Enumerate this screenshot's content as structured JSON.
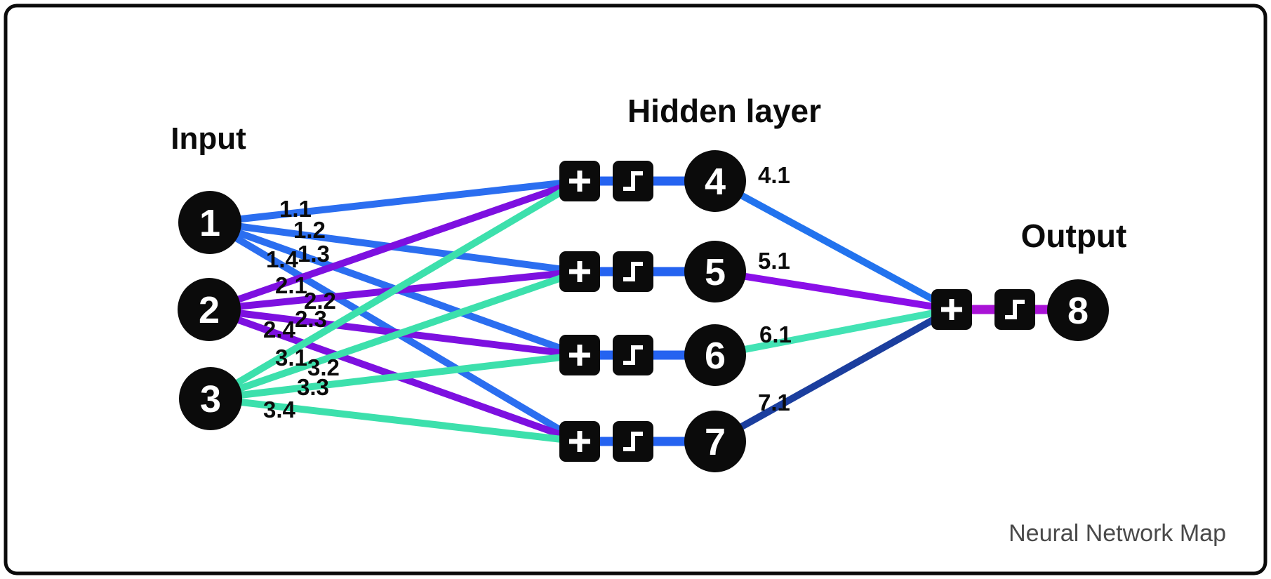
{
  "labels": {
    "input_title": "Input",
    "hidden_title": "Hidden layer",
    "output_title": "Output",
    "footer": "Neural Network Map"
  },
  "nodes": {
    "input": [
      "1",
      "2",
      "3"
    ],
    "hidden": [
      "4",
      "5",
      "6",
      "7"
    ],
    "output": "8"
  },
  "weights": {
    "from1": [
      "1.1",
      "1.2",
      "1.3",
      "1.4"
    ],
    "from2": [
      "2.1",
      "2.2",
      "2.3",
      "2.4"
    ],
    "from3": [
      "3.1",
      "3.2",
      "3.3",
      "3.4"
    ],
    "hidden_to_output": [
      "4.1",
      "5.1",
      "6.1",
      "7.1"
    ]
  },
  "icons": {
    "sum": "plus-icon",
    "activation": "step-function-icon"
  },
  "colors": {
    "node": "#0b0b0b",
    "frame": "#0b0b0b",
    "input1_edge": "#2b6ef0",
    "input2_edge": "#7d10e0",
    "input3_edge": "#3ce0ac",
    "hidden4_edge": "#2273ee",
    "hidden5_edge": "#8a0fe8",
    "hidden6_edge": "#42e3b4",
    "hidden7_edge": "#1b3e9e",
    "hidden_link": "#2563f0",
    "output_link": "#a913d6",
    "footer_text": "#4a4a4a"
  }
}
